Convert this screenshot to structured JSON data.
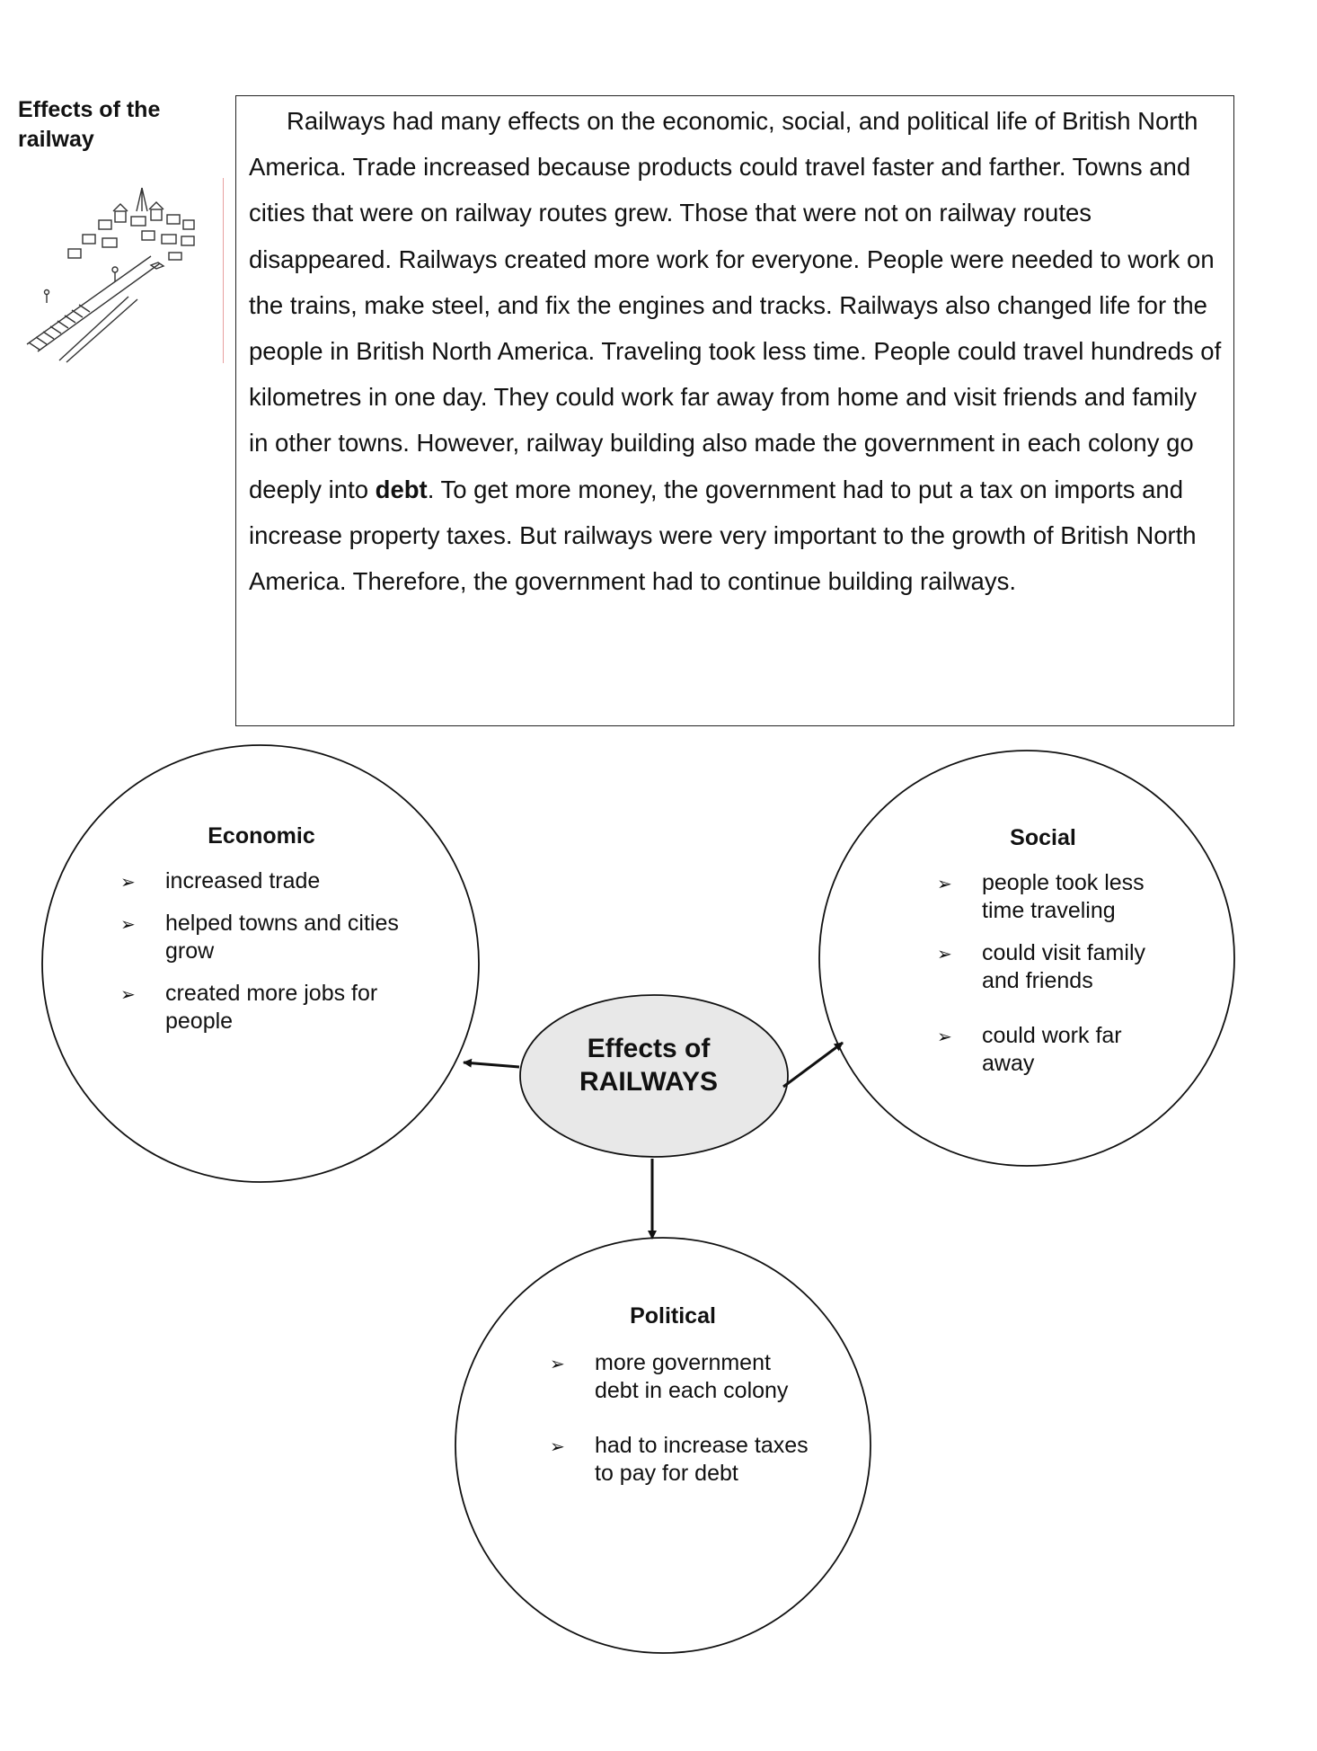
{
  "sidebar": {
    "heading_line1": "Effects of the",
    "heading_line2": "railway",
    "illustration_icon": "railway-town-sketch-icon"
  },
  "passage": {
    "part1": "Railways had many effects on the economic, social, and political life of British North America.  Trade increased because products could travel faster and farther.  Towns and cities that were on railway routes grew.  Those that were not on railway routes disappeared.  Railways created more work for everyone.  People were needed to work on the trains, make steel, and fix the engines and tracks.  Railways also changed life for the people in British North America.  Traveling took less time.   People could travel hundreds of kilometres in one day.  They could work far away from home and visit friends and family in other towns.  However, railway building also made the government in each colony go deeply into ",
    "bold_word": "debt",
    "part2": ". To get more money, the government had to put a tax on imports and increase property taxes.  But railways were very important to the growth of British North America.  Therefore, the government had to continue building railways."
  },
  "diagram": {
    "center_line1": "Effects of",
    "center_line2": "RAILWAYS",
    "center_fill": "#e8e8e8",
    "bullet_glyph": "➢",
    "economic": {
      "title": "Economic",
      "items": [
        "increased trade",
        "helped towns and cities grow",
        "created more jobs for people"
      ]
    },
    "social": {
      "title": "Social",
      "items": [
        "people took less time traveling",
        "could visit family and friends",
        "could work far away"
      ]
    },
    "political": {
      "title": "Political",
      "items": [
        "more government debt in each colony",
        "had to increase taxes to pay for debt"
      ]
    }
  }
}
